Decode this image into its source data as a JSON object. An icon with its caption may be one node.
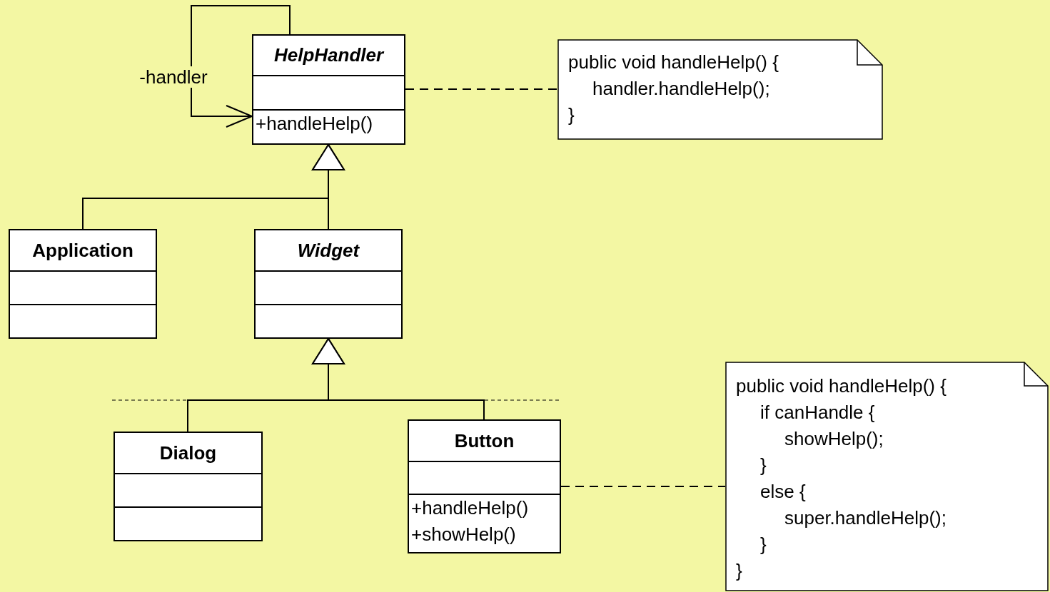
{
  "diagram": {
    "nodes": [
      {
        "text": [
          "HelpHandler",
          "+handleHelp()"
        ]
      },
      {
        "text": [
          "public void handleHelp() {",
          "handler.handleHelp();",
          "}"
        ]
      },
      {
        "text": [
          "Application"
        ]
      },
      {
        "text": [
          "Widget"
        ]
      },
      {
        "text": [
          "Dialog"
        ]
      },
      {
        "text": [
          "Button",
          "+handleHelp()",
          "+showHelp()"
        ]
      },
      {
        "text": [
          "public void handleHelp() {",
          "if canHandle {",
          "showHelp();",
          "}",
          "else {",
          "super.handleHelp();",
          "}",
          "}"
        ]
      }
    ],
    "edges": [
      {
        "from": 0,
        "to": 0,
        "arrow": "to",
        "label": "-handler"
      },
      {
        "from": 2,
        "to": 0,
        "arrow": "to"
      },
      {
        "from": 3,
        "to": 0,
        "arrow": "to"
      },
      {
        "from": 4,
        "to": 3,
        "arrow": "to"
      },
      {
        "from": 5,
        "to": 3,
        "arrow": "to"
      },
      {
        "from": 0,
        "to": 1,
        "arrow": "none",
        "style": "dashed"
      },
      {
        "from": 5,
        "to": 6,
        "arrow": "none",
        "style": "dashed"
      }
    ]
  }
}
